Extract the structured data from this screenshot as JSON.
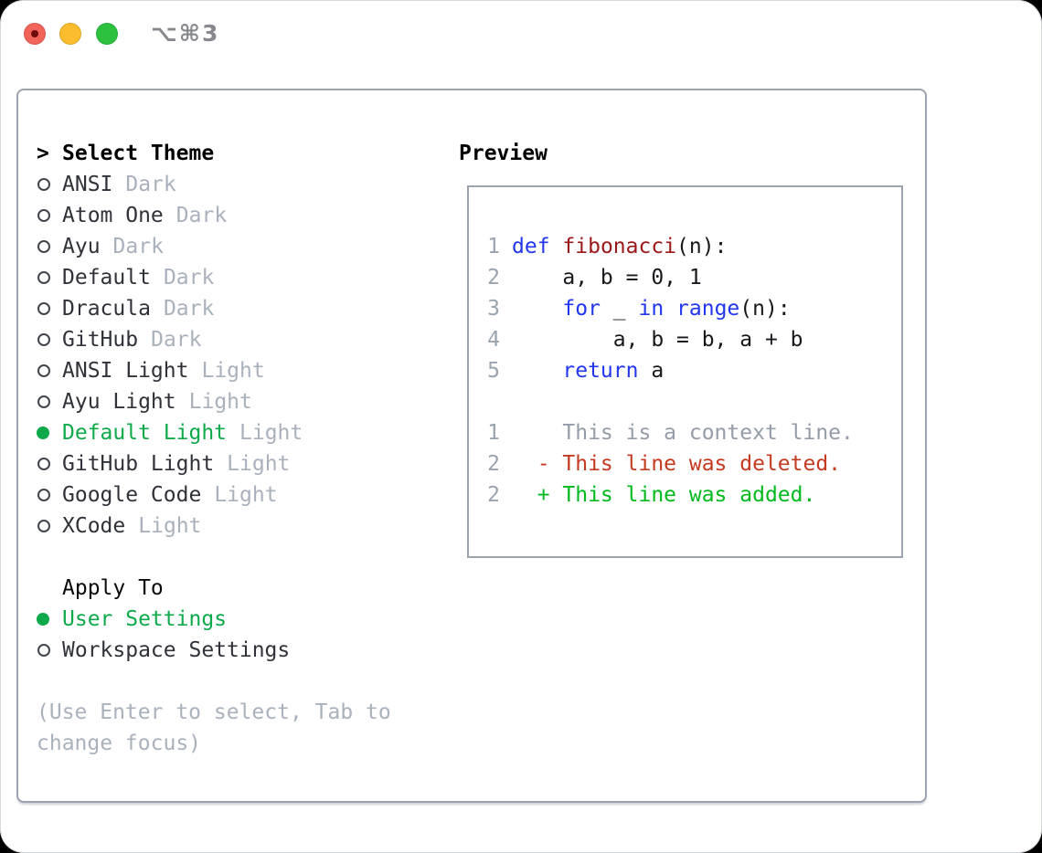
{
  "window": {
    "title": "⌥⌘3",
    "traffic_lights": {
      "close": "#f26359",
      "minimize": "#fbbd2e",
      "zoom": "#2cc23f"
    }
  },
  "theme_panel": {
    "header": {
      "prompt": ">",
      "label": "Select Theme"
    },
    "themes": [
      {
        "name": "ANSI",
        "tag": "Dark",
        "selected": false
      },
      {
        "name": "Atom One",
        "tag": "Dark",
        "selected": false
      },
      {
        "name": "Ayu",
        "tag": "Dark",
        "selected": false
      },
      {
        "name": "Default",
        "tag": "Dark",
        "selected": false
      },
      {
        "name": "Dracula",
        "tag": "Dark",
        "selected": false
      },
      {
        "name": "GitHub",
        "tag": "Dark",
        "selected": false
      },
      {
        "name": "ANSI Light",
        "tag": "Light",
        "selected": false
      },
      {
        "name": "Ayu Light",
        "tag": "Light",
        "selected": false
      },
      {
        "name": "Default Light",
        "tag": "Light",
        "selected": true
      },
      {
        "name": "GitHub Light",
        "tag": "Light",
        "selected": false
      },
      {
        "name": "Google Code",
        "tag": "Light",
        "selected": false
      },
      {
        "name": "XCode",
        "tag": "Light",
        "selected": false
      }
    ],
    "apply_to": {
      "label": "Apply To",
      "options": [
        {
          "label": "User Settings",
          "selected": true
        },
        {
          "label": "Workspace Settings",
          "selected": false
        }
      ]
    },
    "hint": "(Use Enter to select, Tab to change focus)"
  },
  "preview": {
    "label": "Preview",
    "code_lines": [
      {
        "num": "1",
        "segments": [
          {
            "t": "def",
            "c": "kw"
          },
          {
            "t": " ",
            "c": "plain"
          },
          {
            "t": "fibonacci",
            "c": "fn"
          },
          {
            "t": "(n):",
            "c": "plain"
          }
        ]
      },
      {
        "num": "2",
        "segments": [
          {
            "t": "    a, b = 0, 1",
            "c": "plain"
          }
        ]
      },
      {
        "num": "3",
        "segments": [
          {
            "t": "    ",
            "c": "plain"
          },
          {
            "t": "for",
            "c": "kw"
          },
          {
            "t": " _ ",
            "c": "plain"
          },
          {
            "t": "in",
            "c": "kw"
          },
          {
            "t": " ",
            "c": "plain"
          },
          {
            "t": "range",
            "c": "kw"
          },
          {
            "t": "(n):",
            "c": "plain"
          }
        ]
      },
      {
        "num": "4",
        "segments": [
          {
            "t": "        a, b = b, a + b",
            "c": "plain"
          }
        ]
      },
      {
        "num": "5",
        "segments": [
          {
            "t": "    ",
            "c": "plain"
          },
          {
            "t": "return",
            "c": "kw"
          },
          {
            "t": " a",
            "c": "plain"
          }
        ]
      }
    ],
    "diff_lines": [
      {
        "num": "1",
        "text": "    This is a context line.",
        "kind": "context"
      },
      {
        "num": "2",
        "text": "  - This line was deleted.",
        "kind": "deleted"
      },
      {
        "num": "2",
        "text": "  + This line was added.",
        "kind": "added"
      }
    ]
  },
  "colors": {
    "selection_green": "#0eaa4a",
    "added_green": "#00b91d",
    "deleted_red": "#c43a20",
    "keyword_blue": "#2236ee",
    "function_red": "#9b1818",
    "muted_gray": "#a9b1bc",
    "border_gray": "#9aa3ae"
  }
}
